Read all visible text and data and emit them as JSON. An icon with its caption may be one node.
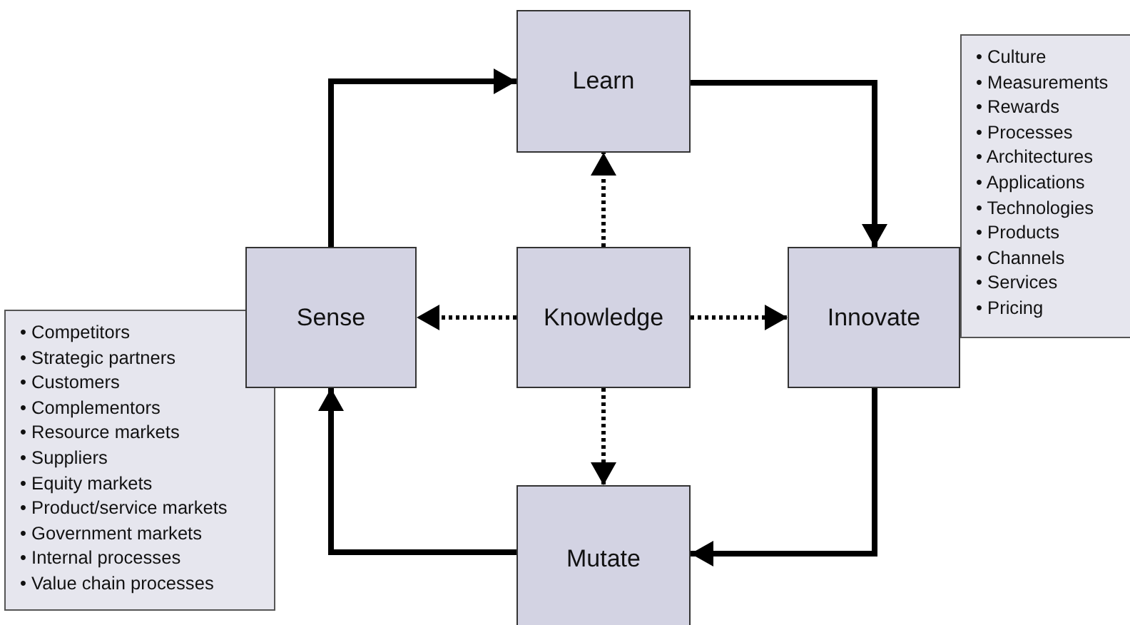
{
  "diagram": {
    "nodes": [
      {
        "text": [
          "Learn"
        ]
      },
      {
        "text": [
          "Sense"
        ]
      },
      {
        "text": [
          "Knowledge"
        ]
      },
      {
        "text": [
          "Innovate"
        ]
      },
      {
        "text": [
          "Mutate"
        ]
      },
      {
        "text": [
          "• Competitors",
          "• Strategic partners",
          "• Customers",
          "• Complementors",
          "• Resource markets",
          "• Suppliers",
          "• Equity markets",
          "• Product/service markets",
          "• Government markets",
          "• Internal processes",
          "• Value chain processes"
        ]
      },
      {
        "text": [
          "• Culture",
          "• Measurements",
          "• Rewards",
          "• Processes",
          "• Architectures",
          "• Applications",
          "• Technologies",
          "• Products",
          "• Channels",
          "• Services",
          "• Pricing"
        ]
      }
    ],
    "edges": [
      {
        "from": 1,
        "to": 0,
        "arrow": "to"
      },
      {
        "from": 0,
        "to": 3,
        "arrow": "to"
      },
      {
        "from": 3,
        "to": 4,
        "arrow": "to"
      },
      {
        "from": 4,
        "to": 1,
        "arrow": "to"
      },
      {
        "from": 2,
        "to": 0,
        "arrow": "to",
        "style": "dashed"
      },
      {
        "from": 2,
        "to": 1,
        "arrow": "to",
        "style": "dashed"
      },
      {
        "from": 2,
        "to": 3,
        "arrow": "to",
        "style": "dashed"
      },
      {
        "from": 2,
        "to": 4,
        "arrow": "to",
        "style": "dashed"
      }
    ]
  }
}
